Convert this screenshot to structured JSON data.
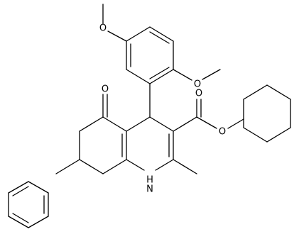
{
  "molecule": {
    "atoms": {
      "methoxy1_oxygen": "O",
      "methoxy2_oxygen": "O",
      "ketone_oxygen": "O",
      "ester_carbonyl_oxygen": "O",
      "ester_oxygen": "O",
      "ring_nitrogen": "H\nN"
    },
    "nh_label": "H",
    "n_label": "N"
  }
}
